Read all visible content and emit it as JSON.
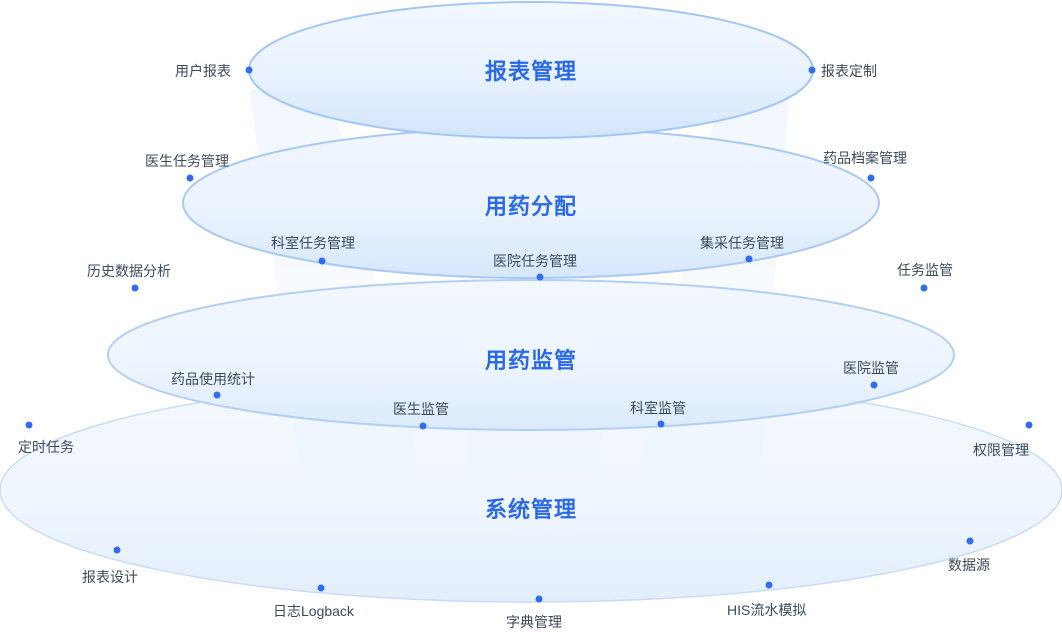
{
  "colors": {
    "accent": "#2f6cf0",
    "title": "#2a6ae8",
    "label": "#3d4a5c"
  },
  "layers": {
    "report": {
      "title": "报表管理",
      "items": {
        "user_report": "用户报表",
        "report_custom": "报表定制"
      }
    },
    "distribution": {
      "title": "用药分配",
      "items": {
        "doctor_task": "医生任务管理",
        "drug_archive": "药品档案管理",
        "dept_task": "科室任务管理",
        "hospital_task": "医院任务管理",
        "procurement_task": "集采任务管理"
      }
    },
    "supervision": {
      "title": "用药监管",
      "items": {
        "history_analysis": "历史数据分析",
        "task_supervision": "任务监管",
        "drug_usage_stats": "药品使用统计",
        "hospital_supervision": "医院监管",
        "doctor_supervision": "医生监管",
        "dept_supervision": "科室监管"
      }
    },
    "system": {
      "title": "系统管理",
      "items": {
        "scheduled_task": "定时任务",
        "permission": "权限管理",
        "report_design": "报表设计",
        "data_source": "数据源",
        "log": "日志Logback",
        "dictionary": "字典管理",
        "his_simulation": "HIS流水模拟"
      }
    }
  }
}
